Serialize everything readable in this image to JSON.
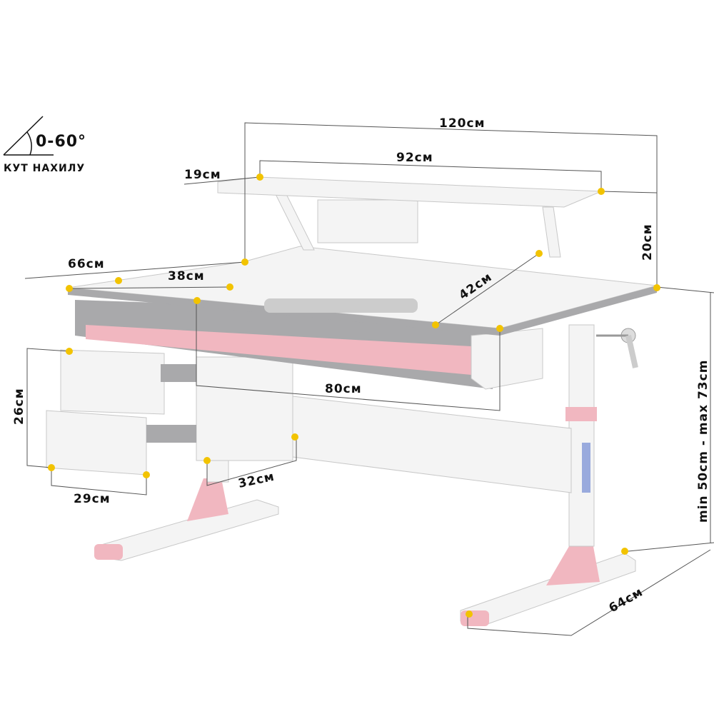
{
  "tilt": {
    "angle": "0-60°",
    "caption": "КУТ НАХИЛУ"
  },
  "dimensions": {
    "total_width": "120см",
    "shelf_width": "92см",
    "shelf_depth": "19см",
    "shelf_height": "20см",
    "desk_depth": "66см",
    "side_depth": "38см",
    "tabletop_depth": "42см",
    "drawer_width": "80см",
    "cabinet_height": "26см",
    "cabinet_width": "29см",
    "cabinet_depth": "32см",
    "base_depth": "64см",
    "height_range": "min 50cm - max 73cm"
  },
  "colors": {
    "accent": "#f1b7c0",
    "marker": "#f2c300",
    "frame": "#a9a9ab"
  }
}
